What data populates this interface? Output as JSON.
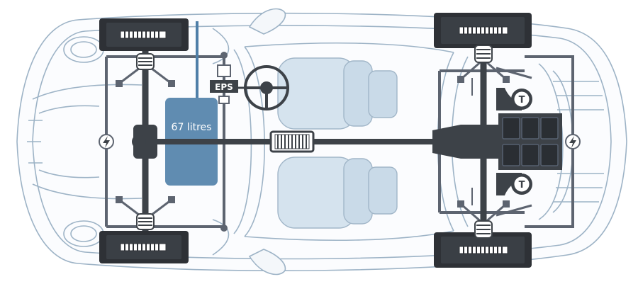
{
  "labels": {
    "fuel_tank": "67 litres",
    "steering": "EPS",
    "turbo_front": "T",
    "turbo_rear": "T"
  },
  "icons": {
    "front_electrical": "lightning-bolt",
    "rear_electrical": "lightning-bolt"
  },
  "colors": {
    "body_outline": "#8fa8bd",
    "chassis": "#3d4248",
    "fuel_tank": "#4f7fa8",
    "seat": "#cfdfeb",
    "tyre": "#2e3136",
    "background": "#ffffff"
  }
}
